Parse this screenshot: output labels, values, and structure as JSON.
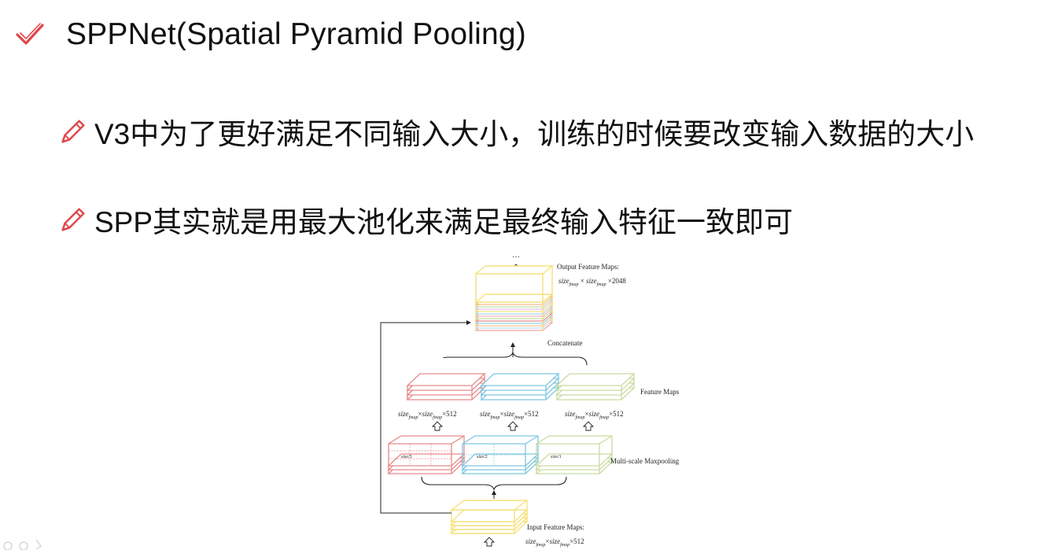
{
  "slide": {
    "title": "SPPNet(Spatial Pyramid Pooling)",
    "bullets": [
      "V3中为了更好满足不同输入大小，训练的时候要改变输入数据的大小",
      "SPP其实就是用最大池化来满足最终输入特征一致即可"
    ],
    "icons": {
      "title": "check-icon",
      "bullet": "pencil-icon"
    },
    "colors": {
      "accent": "#e0474a",
      "red": "#e88a8a",
      "blue": "#7fc6e0",
      "green": "#c8dca0",
      "yellow": "#f5e27a"
    }
  },
  "diagram": {
    "output_label": "Output Feature Maps:",
    "output_dim": "2048",
    "dots": "···",
    "concatenate": "Concatenate",
    "feature_maps": "Feature Maps",
    "multiscale": "Multi-scale Maxpooling",
    "input_label": "Input Feature Maps:",
    "size_word": "size",
    "size_sub": "fmap",
    "times": "×",
    "ch512": "512",
    "pool": [
      "3",
      "2",
      "1"
    ]
  }
}
